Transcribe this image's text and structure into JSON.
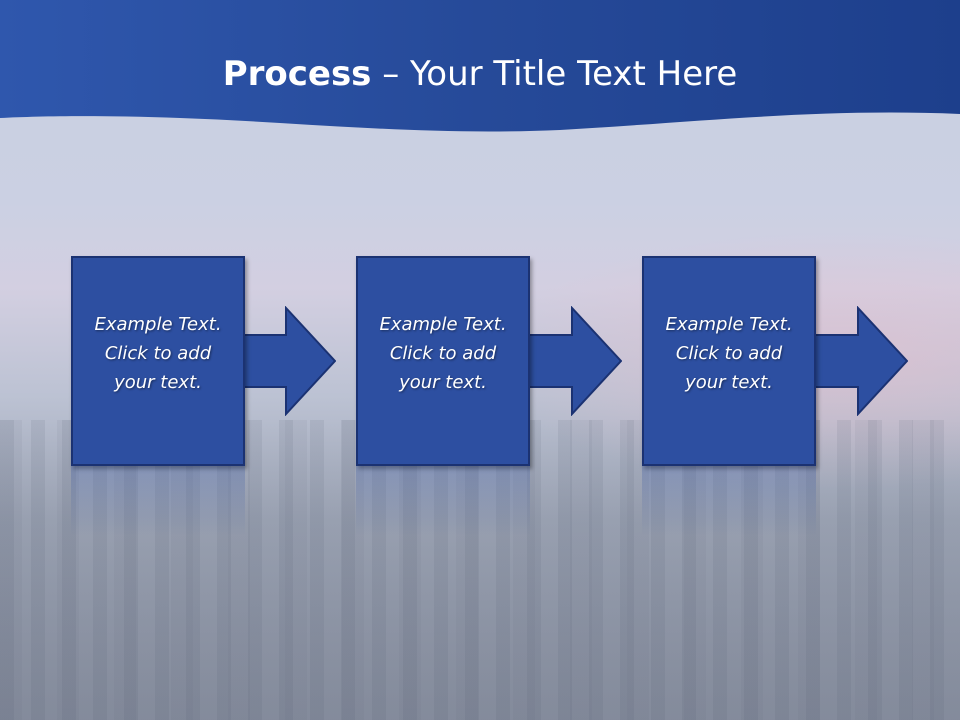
{
  "slide": {
    "title_bold": "Process",
    "title_rest": " – Your Title Text Here",
    "steps": [
      {
        "line1": "Example Text.",
        "line2": "Click  to add",
        "line3": "your text."
      },
      {
        "line1": "Example Text.",
        "line2": "Click  to add",
        "line3": "your text."
      },
      {
        "line1": "Example Text.",
        "line2": "Click  to add",
        "line3": "your text."
      }
    ]
  },
  "colors": {
    "header": "#2a4d9e",
    "step_fill": "#2d4fa1",
    "step_border": "#1b3272",
    "text": "#ffffff"
  },
  "icons": [
    "right-arrow-icon"
  ]
}
